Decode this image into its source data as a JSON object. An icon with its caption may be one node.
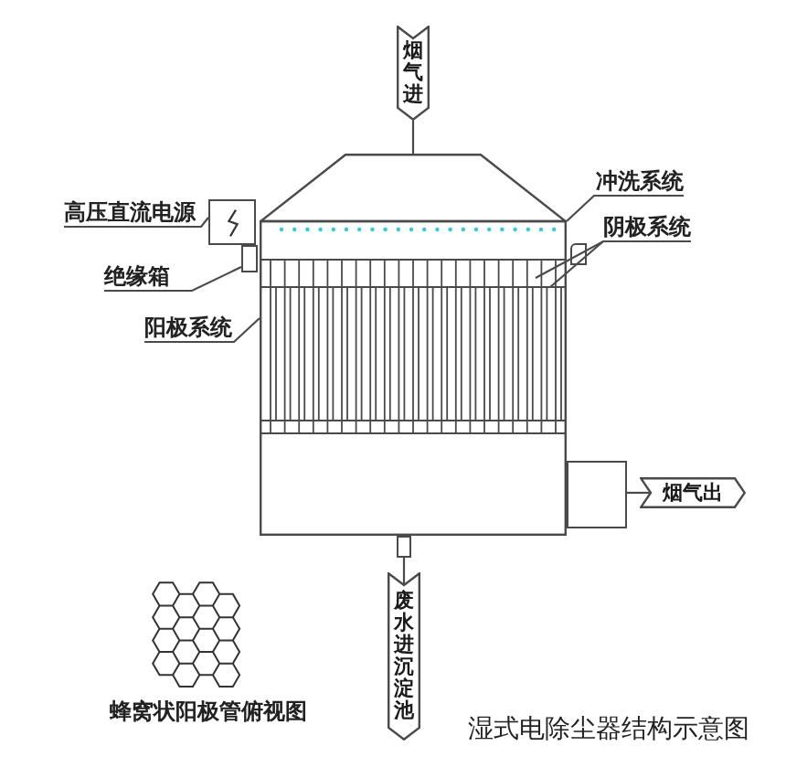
{
  "diagram": {
    "caption": "湿式电除尘器结构示意图",
    "nodes": [
      {
        "text": [
          "烟气进"
        ]
      },
      {
        "text": [],
        "shape": "picture"
      },
      {
        "text": [
          "冲洗系统"
        ]
      },
      {
        "text": [
          "高压直流电源"
        ]
      },
      {
        "text": [],
        "shape": "box"
      },
      {
        "text": [
          "阴极系统"
        ]
      },
      {
        "text": [
          "绝缘箱"
        ]
      },
      {
        "text": [],
        "shape": "box"
      },
      {
        "text": [
          "阳极系统"
        ]
      },
      {
        "text": [],
        "shape": "box"
      },
      {
        "text": [
          "烟气出"
        ]
      },
      {
        "text": [],
        "shape": "box"
      },
      {
        "text": [
          "废水进沉淀池"
        ]
      }
    ],
    "edges": [
      {
        "from": 0,
        "to": 1,
        "arrow": "none"
      },
      {
        "from": 2,
        "to": 1,
        "arrow": "none"
      },
      {
        "from": 3,
        "to": 4,
        "arrow": "none"
      },
      {
        "from": 5,
        "to": 1,
        "arrow": "none"
      },
      {
        "from": 5,
        "to": 1,
        "arrow": "none"
      },
      {
        "from": 6,
        "to": 7,
        "arrow": "none"
      },
      {
        "from": 8,
        "to": 1,
        "arrow": "none"
      },
      {
        "from": 9,
        "to": 10,
        "arrow": "none"
      },
      {
        "from": 11,
        "to": 12,
        "arrow": "none"
      }
    ],
    "labels": [
      "蜂窝状阳极管俯视图"
    ]
  }
}
